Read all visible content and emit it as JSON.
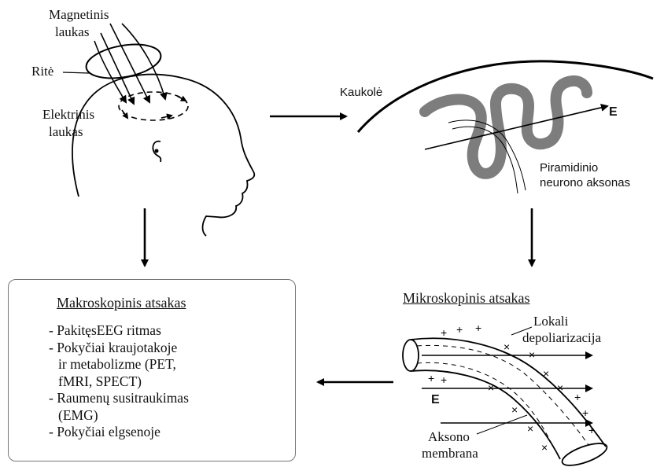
{
  "head_labels": {
    "magnetic_field": [
      "Magnetinis",
      "laukas"
    ],
    "coil": "Ritė",
    "electric_field": [
      "Elektrinis",
      "laukas"
    ]
  },
  "cortex_labels": {
    "skull": "Kaukolė",
    "field_vector": "E",
    "axon": [
      "Piramidinio",
      "neurono aksonas"
    ]
  },
  "macro_box": {
    "title": "Makroskopinis atsakas",
    "items": [
      "- PakitęsEEG ritmas",
      "- Pokyčiai kraujotakoje",
      "  ir metabolizme (PET,",
      "  fMRI, SPECT)",
      "- Raumenų susitraukimas",
      "  (EMG)",
      "- Pokyčiai elgsenoje"
    ]
  },
  "micro": {
    "title": "Mikroskopinis atsakas",
    "depolarization": [
      "Lokali",
      "depoliarizacija"
    ],
    "field_vector": "E",
    "membrane": [
      "Aksono",
      "membrana"
    ]
  }
}
